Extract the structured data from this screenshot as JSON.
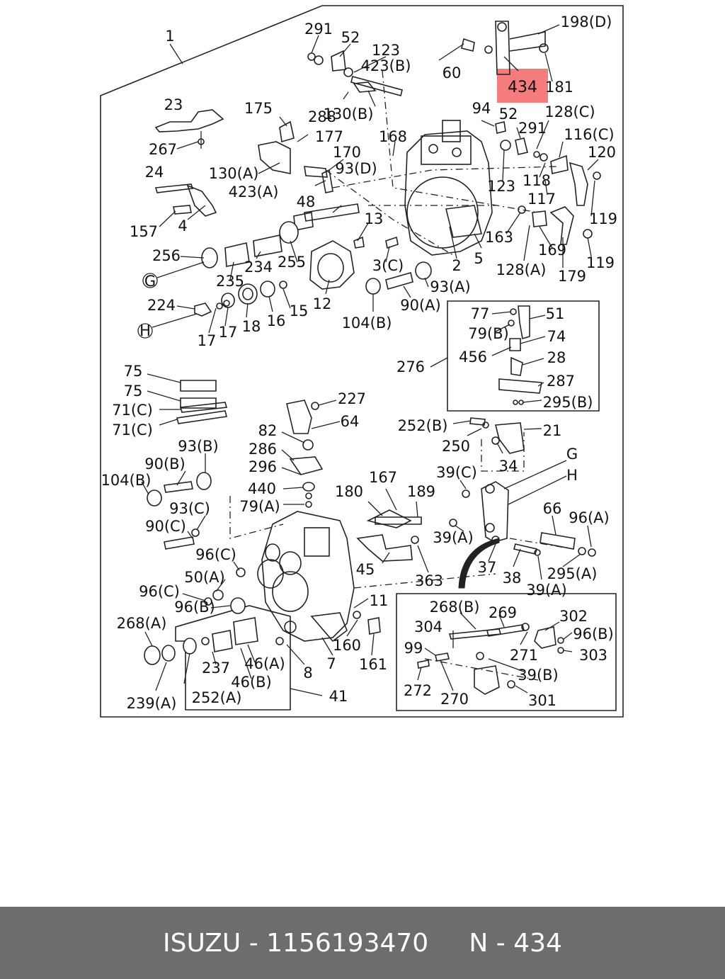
{
  "diagram": {
    "highlight": {
      "label": "434",
      "color": "#f47c7c"
    },
    "callouts": [
      "1",
      "291",
      "52",
      "123",
      "423(B)",
      "198(D)",
      "60",
      "181",
      "23",
      "175",
      "177",
      "288",
      "130(B)",
      "94",
      "52",
      "128(C)",
      "267",
      "170",
      "168",
      "291",
      "116(C)",
      "24",
      "130(A)",
      "93(D)",
      "118",
      "120",
      "423(A)",
      "48",
      "123",
      "117",
      "119",
      "13",
      "163",
      "169",
      "157",
      "4",
      "256",
      "235",
      "234",
      "255",
      "3(C)",
      "2",
      "5",
      "128(A)",
      "179",
      "119",
      "G",
      "12",
      "93(A)",
      "224",
      "15",
      "104(B)",
      "90(A)",
      "H",
      "17",
      "17",
      "18",
      "16",
      "77",
      "51",
      "79(B)",
      "74",
      "456",
      "28",
      "276",
      "287",
      "75",
      "75",
      "71(C)",
      "71(C)",
      "227",
      "295(B)",
      "64",
      "252(B)",
      "21",
      "82",
      "250",
      "93(B)",
      "286",
      "34",
      "G",
      "90(B)",
      "296",
      "167",
      "39(C)",
      "104(B)",
      "440",
      "180",
      "189",
      "H",
      "93(C)",
      "79(A)",
      "66",
      "96(A)",
      "90(C)",
      "39(A)",
      "96(C)",
      "45",
      "37",
      "38",
      "295(A)",
      "50(A)",
      "363",
      "39(A)",
      "96(C)",
      "11",
      "96(B)",
      "268(B)",
      "269",
      "302",
      "268(A)",
      "304",
      "96(B)",
      "160",
      "161",
      "99",
      "271",
      "303",
      "237",
      "46(A)",
      "8",
      "7",
      "46(B)",
      "39(B)",
      "272",
      "270",
      "301",
      "239(A)",
      "252(A)",
      "41"
    ]
  },
  "footer": {
    "brand": "ISUZU",
    "sep1": "-",
    "part_number": "1156193470",
    "ref_prefix": "N",
    "sep2": "-",
    "ref_number": "434",
    "bg_color": "#6d6d6d"
  }
}
